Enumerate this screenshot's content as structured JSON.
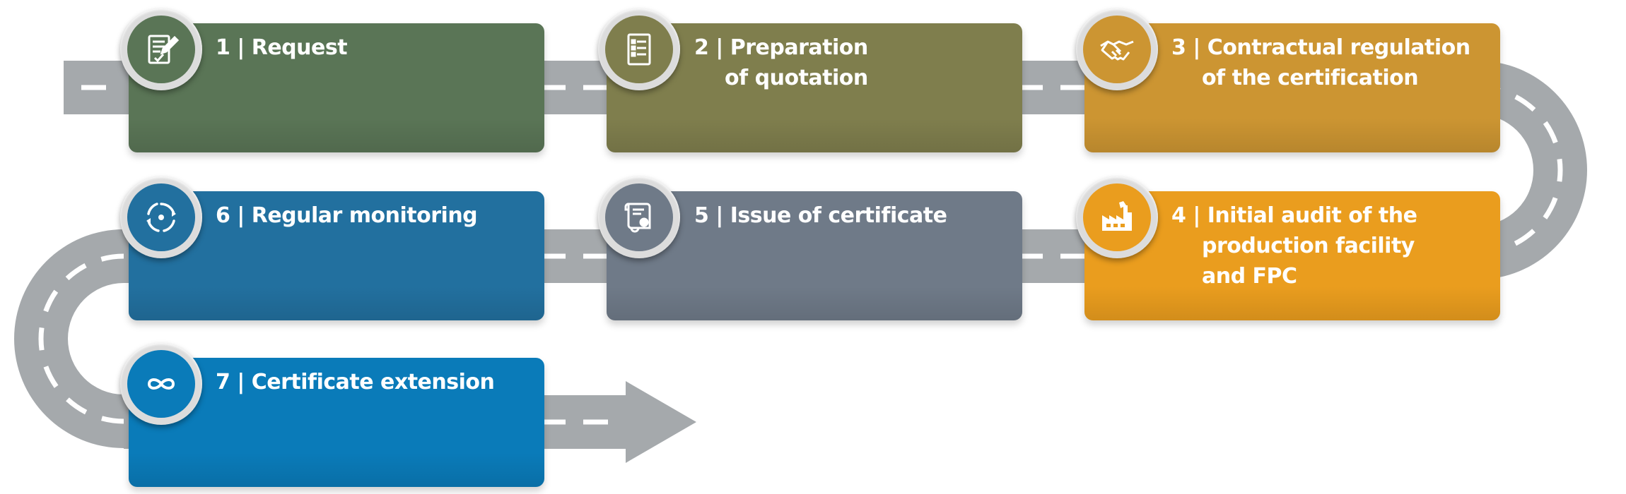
{
  "steps": [
    {
      "number": "1",
      "line1": "Request",
      "line2": "",
      "line3": "",
      "color": "#5a7556",
      "icon": "contract-sign-icon"
    },
    {
      "number": "2",
      "line1": "Preparation",
      "line2": "of quotation",
      "line3": "",
      "color": "#7f7e4d",
      "icon": "document-list-icon"
    },
    {
      "number": "3",
      "line1": "Contractual regulation",
      "line2": "of the certification",
      "line3": "",
      "color": "#cc9532",
      "icon": "handshake-icon"
    },
    {
      "number": "4",
      "line1": "Initial audit of the",
      "line2": "production facility",
      "line3": "and FPC",
      "color": "#ea9d1e",
      "icon": "factory-icon"
    },
    {
      "number": "5",
      "line1": "Issue of certificate",
      "line2": "",
      "line3": "",
      "color": "#6f7a88",
      "icon": "certificate-scroll-icon"
    },
    {
      "number": "6",
      "line1": "Regular monitoring",
      "line2": "",
      "line3": "",
      "color": "#22709f",
      "icon": "cycle-monitor-icon"
    },
    {
      "number": "7",
      "line1": "Certificate extension",
      "line2": "",
      "line3": "",
      "color": "#0a7bb9",
      "icon": "infinity-loop-icon"
    }
  ],
  "separator": " | ",
  "colors": {
    "road": "#a5a9ac",
    "road_marking": "#ffffff",
    "badge_ring": "#dcdcdc"
  }
}
